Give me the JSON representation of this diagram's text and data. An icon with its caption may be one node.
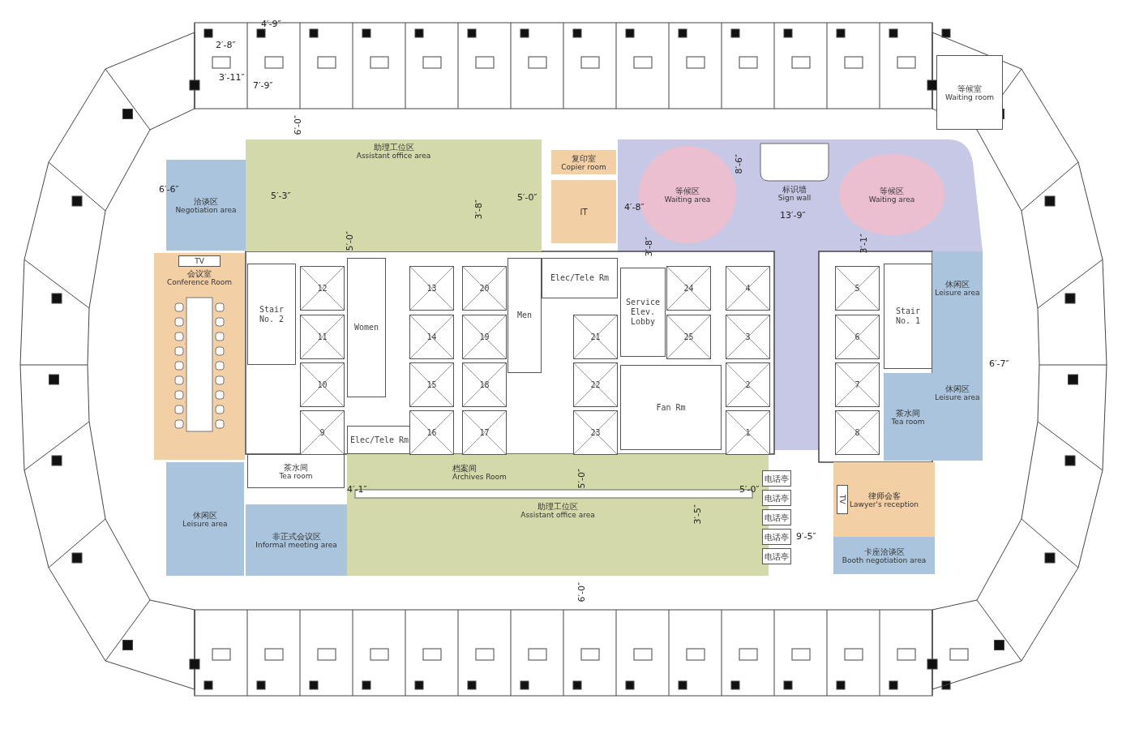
{
  "diagram": {
    "nodes": [
      {
        "text": [
          "助理工位区",
          "Assistant office area"
        ]
      },
      {
        "text": [
          "复印室",
          "Copier room"
        ]
      },
      {
        "text": [
          "IT"
        ]
      },
      {
        "text": [
          "洽谈区",
          "Negotiation area"
        ]
      },
      {
        "text": [
          "等候区",
          "Waiting area"
        ]
      },
      {
        "text": [
          "标识墙",
          "Sign wall"
        ]
      },
      {
        "text": [
          "等候区",
          "Waiting area"
        ]
      },
      {
        "text": [
          "等候室",
          "Waiting room"
        ]
      },
      {
        "text": [
          "会议室",
          "Conference Room"
        ]
      },
      {
        "text": [
          "TV"
        ],
        "in": 8
      },
      {
        "text": [
          "Stair No. 2"
        ]
      },
      {
        "text": [
          "Women"
        ]
      },
      {
        "text": [
          "Men"
        ]
      },
      {
        "text": [
          "Elec/Tele Rm"
        ]
      },
      {
        "text": [
          "Elec/Tele Rm"
        ]
      },
      {
        "text": [
          "Service Elev. Lobby"
        ]
      },
      {
        "text": [
          "Fan Rm"
        ]
      },
      {
        "text": [
          "Stair No. 1"
        ]
      },
      {
        "text": [
          "茶水间",
          "Tea room"
        ]
      },
      {
        "text": [
          "休闲区",
          "Leisure area"
        ]
      },
      {
        "text": [
          "非正式会议区",
          "Informal meeting area"
        ]
      },
      {
        "text": [
          "档案间",
          "Archives Room"
        ]
      },
      {
        "text": [
          "助理工位区",
          "Assistant office area"
        ]
      },
      {
        "text": [
          "电话亭"
        ]
      },
      {
        "text": [
          "电话亭"
        ]
      },
      {
        "text": [
          "电话亭"
        ]
      },
      {
        "text": [
          "电话亭"
        ]
      },
      {
        "text": [
          "电话亭"
        ]
      },
      {
        "text": [
          "休闲区",
          "Leisure area"
        ]
      },
      {
        "text": [
          "茶水间",
          "Tea room"
        ]
      },
      {
        "text": [
          "休闲区",
          "Leisure area"
        ]
      },
      {
        "text": [
          "律师会客",
          "Lawyer's reception"
        ]
      },
      {
        "text": [
          "TV"
        ],
        "in": 31
      },
      {
        "text": [
          "卡座洽谈区",
          "Booth negotiation area"
        ]
      },
      {
        "text": [
          "12"
        ]
      },
      {
        "text": [
          "11"
        ]
      },
      {
        "text": [
          "10"
        ]
      },
      {
        "text": [
          "9"
        ]
      },
      {
        "text": [
          "13"
        ]
      },
      {
        "text": [
          "14"
        ]
      },
      {
        "text": [
          "15"
        ]
      },
      {
        "text": [
          "16"
        ]
      },
      {
        "text": [
          "20"
        ]
      },
      {
        "text": [
          "19"
        ]
      },
      {
        "text": [
          "18"
        ]
      },
      {
        "text": [
          "17"
        ]
      },
      {
        "text": [
          "21"
        ]
      },
      {
        "text": [
          "22"
        ]
      },
      {
        "text": [
          "23"
        ]
      },
      {
        "text": [
          "24"
        ]
      },
      {
        "text": [
          "25"
        ]
      },
      {
        "text": [
          "4"
        ]
      },
      {
        "text": [
          "3"
        ]
      },
      {
        "text": [
          "2"
        ]
      },
      {
        "text": [
          "1"
        ]
      },
      {
        "text": [
          "5"
        ]
      },
      {
        "text": [
          "6"
        ]
      },
      {
        "text": [
          "7"
        ]
      },
      {
        "text": [
          "8"
        ]
      }
    ],
    "labels": [
      "4′-9″",
      "2′-8″",
      "3′-11″",
      "7′-9″",
      "6′-0″",
      "8′-6″",
      "6′-6″",
      "5′-3″",
      "3′-8″",
      "5′-0″",
      "4′-8″",
      "13′-9″",
      "5′-0″",
      "3′-8″",
      "3′-1″",
      "6′-7″",
      "5′-0″",
      "4′-1″",
      "5′-0″",
      "3′-5″",
      "9′-5″",
      "6′-0″"
    ]
  }
}
